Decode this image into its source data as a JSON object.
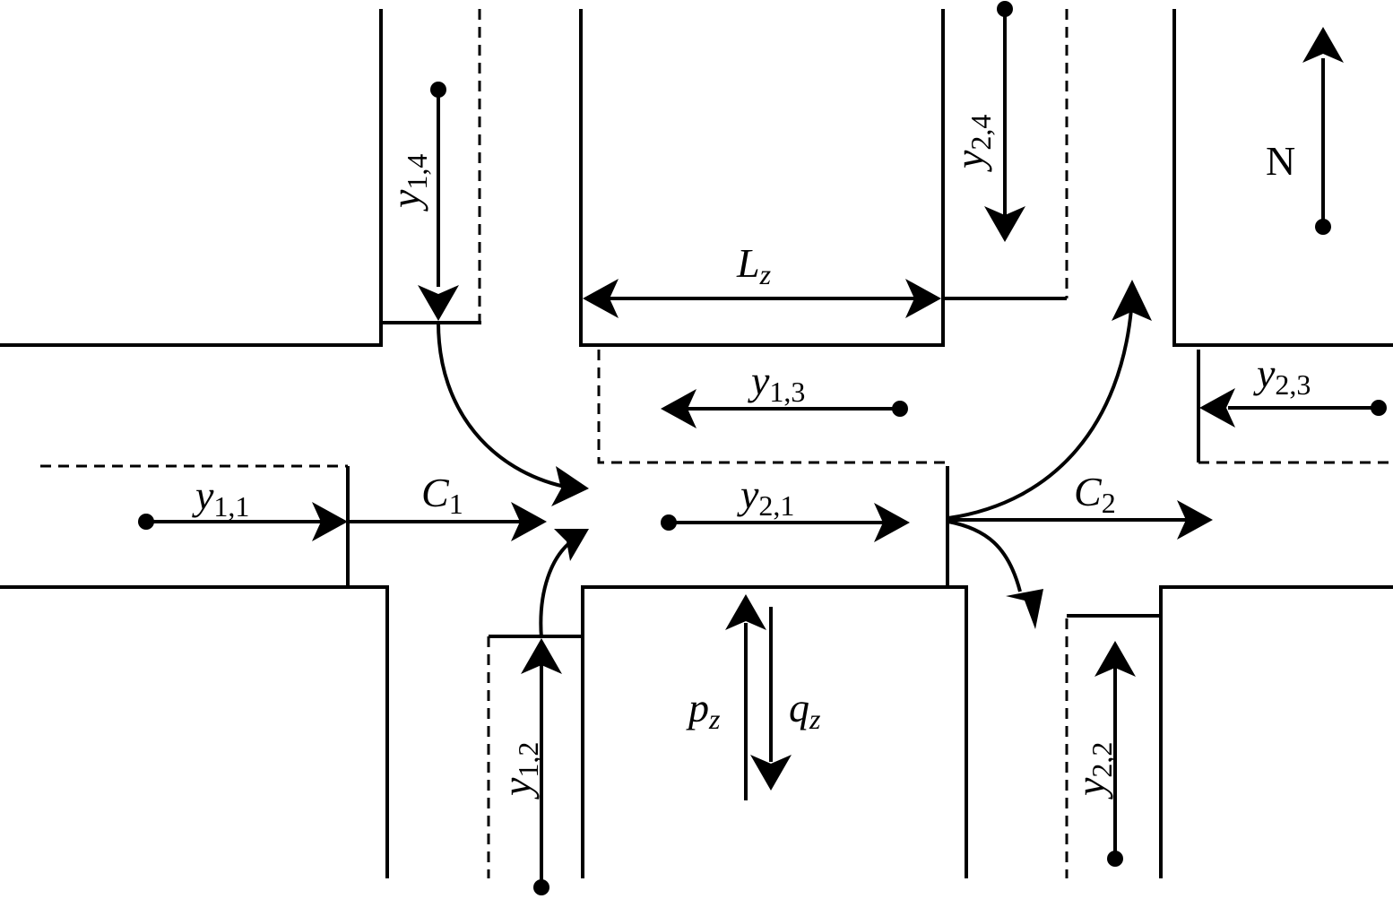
{
  "labels": {
    "y11": {
      "main": "y",
      "sub": "1,1"
    },
    "y12": {
      "main": "y",
      "sub": "1,2"
    },
    "y13": {
      "main": "y",
      "sub": "1,3"
    },
    "y14": {
      "main": "y",
      "sub": "1,4"
    },
    "y21": {
      "main": "y",
      "sub": "2,1"
    },
    "y22": {
      "main": "y",
      "sub": "2,2"
    },
    "y23": {
      "main": "y",
      "sub": "2,3"
    },
    "y24": {
      "main": "y",
      "sub": "2,4"
    },
    "c1": {
      "main": "C",
      "sub": "1"
    },
    "c2": {
      "main": "C",
      "sub": "2"
    },
    "lz": {
      "main": "L",
      "sub": "z"
    },
    "pz": {
      "main": "p",
      "sub": "z"
    },
    "qz": {
      "main": "q",
      "sub": "z"
    },
    "north": "N"
  }
}
